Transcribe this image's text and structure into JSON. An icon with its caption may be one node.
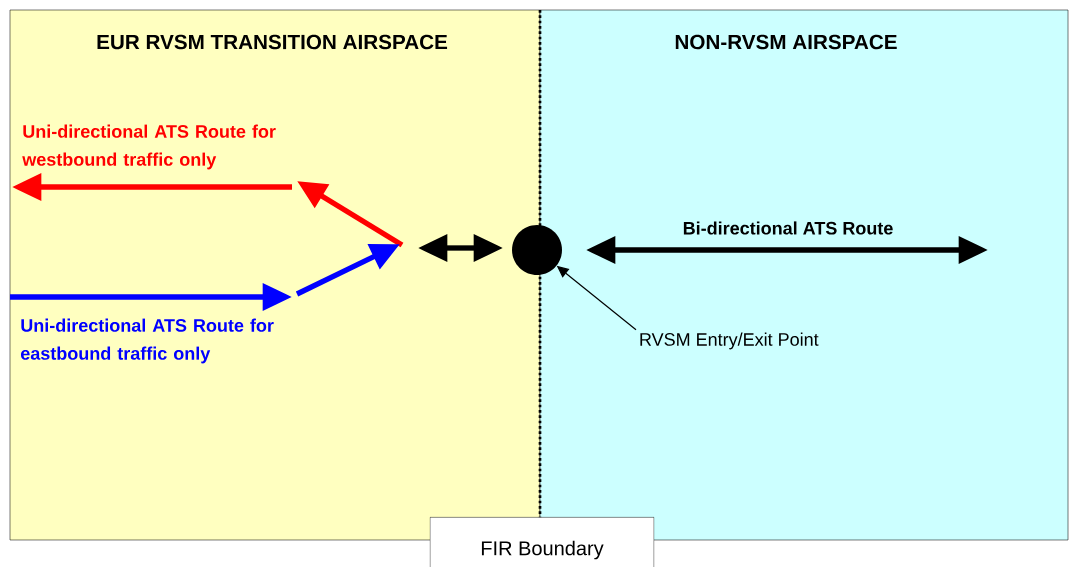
{
  "diagram": {
    "nodes": [
      {
        "text": [
          "EUR RVSM TRANSITION AIRSPACE"
        ]
      },
      {
        "text": [
          "NON-RVSM AIRSPACE"
        ]
      },
      {
        "text": [],
        "shape": "circle"
      },
      {
        "text": [
          "RVSM Entry/Exit Point"
        ],
        "in": 1
      },
      {
        "text": [
          "FIR Boundary"
        ]
      }
    ],
    "edges": [
      {
        "from": 3,
        "to": 2,
        "arrow": "to"
      }
    ],
    "labels": [
      "Uni-directional ATS Route for westbound traffic only",
      "Uni-directional ATS Route for eastbound traffic only",
      "Bi-directional ATS Route"
    ]
  }
}
